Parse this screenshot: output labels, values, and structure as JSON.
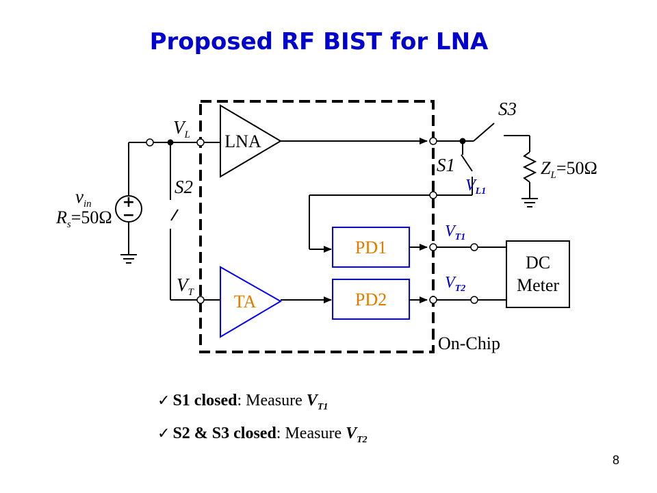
{
  "slide": {
    "title": "Proposed RF BIST for LNA",
    "page_number": "8"
  },
  "diagram": {
    "source": {
      "v_main": "v",
      "v_sub": "in",
      "r_main": "R",
      "r_sub": "s",
      "r_value": "=50Ω",
      "plus": "+",
      "minus": "−"
    },
    "nodes": {
      "vl_main": "V",
      "vl_sub": "L",
      "vt_main": "V",
      "vt_sub": "T"
    },
    "switches": {
      "s1": "S1",
      "s2": "S2",
      "s3": "S3"
    },
    "load": {
      "z_main": "Z",
      "z_sub": "L",
      "z_value": "=50Ω"
    },
    "blocks": {
      "lna": "LNA",
      "ta": "TA",
      "pd1": "PD1",
      "pd2": "PD2",
      "dc_line1": "DC",
      "dc_line2": "Meter"
    },
    "outputs": {
      "vl1_main": "V",
      "vl1_sub": "L1",
      "vt1_main": "V",
      "vt1_sub": "T1",
      "vt2_main": "V",
      "vt2_sub": "T2"
    },
    "on_chip_label": "On-Chip"
  },
  "bullets": [
    {
      "check": "✓",
      "bold": "S1 closed",
      "rest": ": Measure ",
      "v_main": "V",
      "v_sub": "T1"
    },
    {
      "check": "✓",
      "bold": "S2 & S3 closed",
      "rest": ": Measure ",
      "v_main": "V",
      "v_sub": "T2"
    }
  ],
  "colors": {
    "title": "#0000cc",
    "blue_label": "#0000cc",
    "block_outline": "#0000ff",
    "block_text": "#e07b00"
  }
}
